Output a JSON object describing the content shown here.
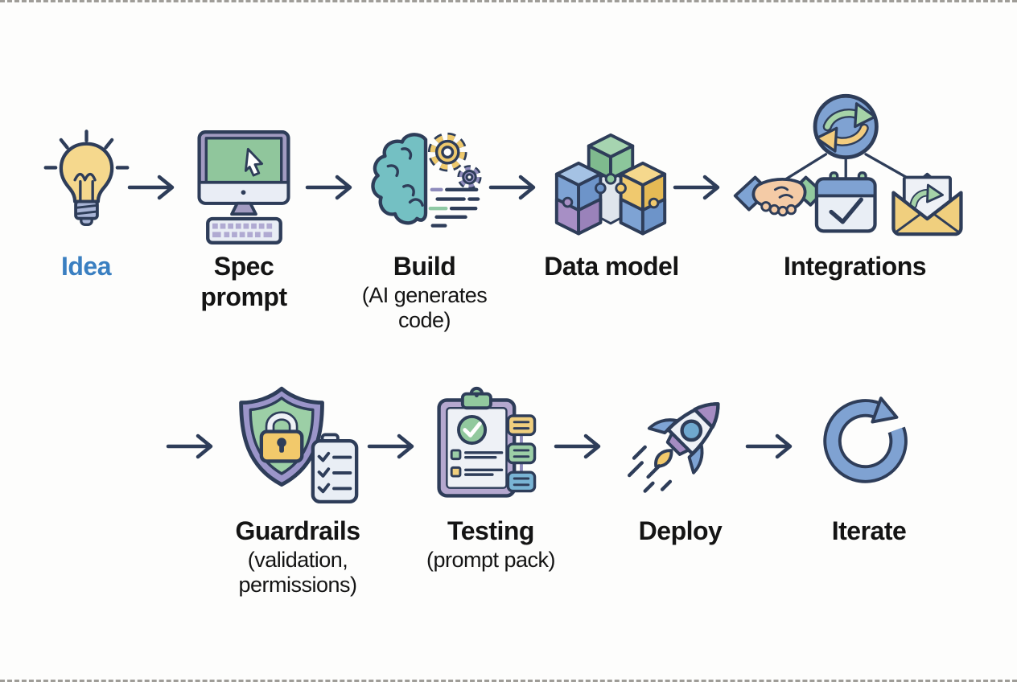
{
  "diagram_type": "process-flow",
  "colors": {
    "outline": "#2e3d59",
    "idea_label": "#3a7fc1",
    "label": "#141414",
    "background": "#fdfdfc"
  },
  "steps": [
    {
      "id": "idea",
      "label": "Idea",
      "sublabel": "",
      "icon": "lightbulb-icon"
    },
    {
      "id": "spec-prompt",
      "label": "Spec prompt",
      "sublabel": "",
      "icon": "computer-monitor-cursor-icon"
    },
    {
      "id": "build",
      "label": "Build",
      "sublabel": "(AI generates code)",
      "icon": "brain-gears-code-icon"
    },
    {
      "id": "data-model",
      "label": "Data model",
      "sublabel": "",
      "icon": "puzzle-blocks-icon"
    },
    {
      "id": "integrations",
      "label": "Integrations",
      "sublabel": "",
      "icon": "sync-handshake-calendar-email-icon"
    },
    {
      "id": "guardrails",
      "label": "Guardrails",
      "sublabel": "(validation, permissions)",
      "icon": "shield-lock-checklist-icon"
    },
    {
      "id": "testing",
      "label": "Testing",
      "sublabel": "(prompt pack)",
      "icon": "clipboard-check-icon"
    },
    {
      "id": "deploy",
      "label": "Deploy",
      "sublabel": "",
      "icon": "rocket-icon"
    },
    {
      "id": "iterate",
      "label": "Iterate",
      "sublabel": "",
      "icon": "circular-arrow-icon"
    }
  ],
  "arrow_count": 8
}
